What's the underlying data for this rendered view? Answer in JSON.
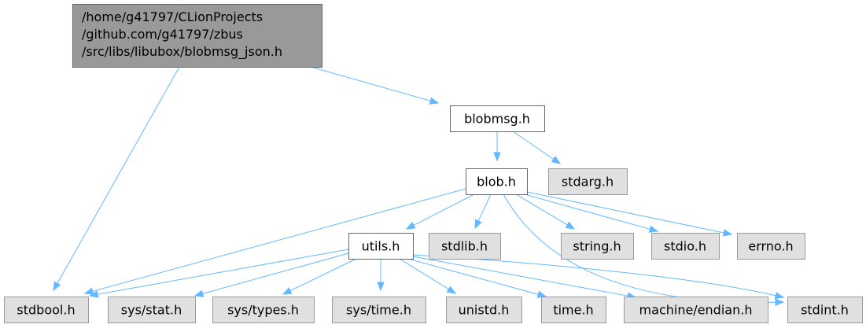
{
  "graph": {
    "colors": {
      "edge": "#63b8ff",
      "root_fill": "#999999",
      "root_stroke": "#666666",
      "documented_fill": "#ffffff",
      "documented_stroke": "#666666",
      "external_fill": "#e0e0e0",
      "external_stroke": "#999999"
    },
    "nodes": {
      "root": {
        "lines": [
          "/home/g41797/CLionProjects",
          "/github.com/g41797/zbus",
          "/src/libs/libubox/blobmsg_json.h"
        ],
        "kind": "root"
      },
      "blobmsg_h": {
        "lines": [
          "blobmsg.h"
        ],
        "kind": "documented"
      },
      "stdarg_h": {
        "lines": [
          "stdarg.h"
        ],
        "kind": "external"
      },
      "blob_h": {
        "lines": [
          "blob.h"
        ],
        "kind": "documented"
      },
      "utils_h": {
        "lines": [
          "utils.h"
        ],
        "kind": "documented"
      },
      "stdlib_h": {
        "lines": [
          "stdlib.h"
        ],
        "kind": "external"
      },
      "string_h": {
        "lines": [
          "string.h"
        ],
        "kind": "external"
      },
      "stdio_h": {
        "lines": [
          "stdio.h"
        ],
        "kind": "external"
      },
      "errno_h": {
        "lines": [
          "errno.h"
        ],
        "kind": "external"
      },
      "stdbool_h": {
        "lines": [
          "stdbool.h"
        ],
        "kind": "external"
      },
      "sys_stat_h": {
        "lines": [
          "sys/stat.h"
        ],
        "kind": "external"
      },
      "sys_types_h": {
        "lines": [
          "sys/types.h"
        ],
        "kind": "external"
      },
      "sys_time_h": {
        "lines": [
          "sys/time.h"
        ],
        "kind": "external"
      },
      "unistd_h": {
        "lines": [
          "unistd.h"
        ],
        "kind": "external"
      },
      "time_h": {
        "lines": [
          "time.h"
        ],
        "kind": "external"
      },
      "machine_endian_h": {
        "lines": [
          "machine/endian.h"
        ],
        "kind": "external"
      },
      "stdint_h": {
        "lines": [
          "stdint.h"
        ],
        "kind": "external"
      }
    },
    "edges": [
      {
        "from": "root",
        "to": "blobmsg_h"
      },
      {
        "from": "root",
        "to": "stdbool_h"
      },
      {
        "from": "blobmsg_h",
        "to": "blob_h"
      },
      {
        "from": "blobmsg_h",
        "to": "stdarg_h"
      },
      {
        "from": "blob_h",
        "to": "utils_h"
      },
      {
        "from": "blob_h",
        "to": "stdlib_h"
      },
      {
        "from": "blob_h",
        "to": "string_h"
      },
      {
        "from": "blob_h",
        "to": "stdio_h"
      },
      {
        "from": "blob_h",
        "to": "errno_h"
      },
      {
        "from": "blob_h",
        "to": "stdbool_h"
      },
      {
        "from": "blob_h",
        "to": "stdint_h"
      },
      {
        "from": "utils_h",
        "to": "stdbool_h"
      },
      {
        "from": "utils_h",
        "to": "sys_stat_h"
      },
      {
        "from": "utils_h",
        "to": "sys_types_h"
      },
      {
        "from": "utils_h",
        "to": "sys_time_h"
      },
      {
        "from": "utils_h",
        "to": "unistd_h"
      },
      {
        "from": "utils_h",
        "to": "time_h"
      },
      {
        "from": "utils_h",
        "to": "machine_endian_h"
      },
      {
        "from": "utils_h",
        "to": "stdint_h"
      }
    ]
  }
}
